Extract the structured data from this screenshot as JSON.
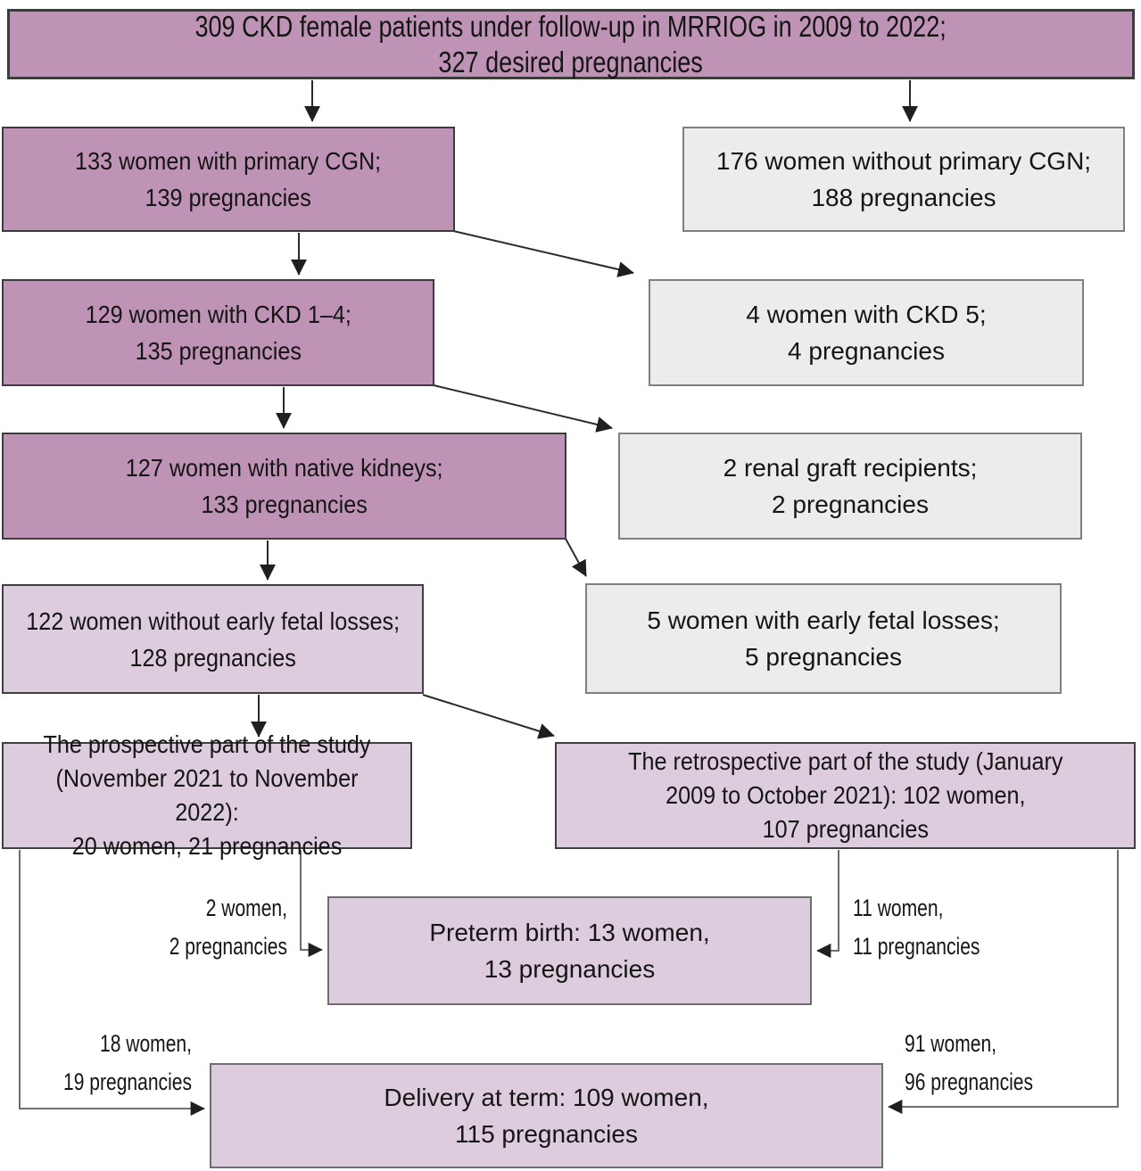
{
  "figure": {
    "type": "flowchart",
    "description_colors": {
      "dark_mauve_fill": "#bf93b5",
      "light_pink_fill": "#ddcbde",
      "gray_fill": "#ececec",
      "dark_border": "#3c3c3c",
      "gray_border": "#7f7f7f",
      "arrow_color": "#222222"
    }
  },
  "boxes": {
    "total": {
      "line1": "309 CKD female patients under follow-up in MRRIOG in 2009 to 2022;",
      "line2": "327 desired pregnancies"
    },
    "primary_cgn": {
      "line1": "133 women with primary CGN;",
      "line2": "139 pregnancies"
    },
    "without_primary_cgn": {
      "line1": "176 women without primary CGN;",
      "line2": "188 pregnancies"
    },
    "ckd_1_4": {
      "line1": "129 women with CKD 1–4;",
      "line2": "135 pregnancies"
    },
    "ckd_5": {
      "line1": "4 women with CKD 5;",
      "line2": "4 pregnancies"
    },
    "native_kidneys": {
      "line1": "127 women with native kidneys;",
      "line2": "133 pregnancies"
    },
    "renal_graft": {
      "line1": "2 renal graft recipients;",
      "line2": "2 pregnancies"
    },
    "without_early_fetal_losses": {
      "line1": "122 women without early fetal losses;",
      "line2": "128 pregnancies"
    },
    "early_fetal_losses": {
      "line1": "5 women with early fetal losses;",
      "line2": "5 pregnancies"
    },
    "prospective": {
      "line1": "The prospective part of the study",
      "line2": "(November 2021 to November 2022):",
      "line3": "20 women, 21 pregnancies"
    },
    "retrospective": {
      "line1": "The retrospective part of the study (January",
      "line2": "2009 to October 2021): 102 women,",
      "line3": "107 pregnancies"
    },
    "preterm": {
      "line1": "Preterm birth: 13 women,",
      "line2": "13 pregnancies"
    },
    "term": {
      "line1": "Delivery at term: 109 women,",
      "line2": "115 pregnancies"
    }
  },
  "labels": {
    "prospective_to_preterm": {
      "line1": "2 women,",
      "line2": "2 pregnancies"
    },
    "prospective_to_term": {
      "line1": "18 women,",
      "line2": "19 pregnancies"
    },
    "retrospective_to_preterm": {
      "line1": "11 women,",
      "line2": "11 pregnancies"
    },
    "retrospective_to_term": {
      "line1": "91 women,",
      "line2": "96 pregnancies"
    }
  }
}
